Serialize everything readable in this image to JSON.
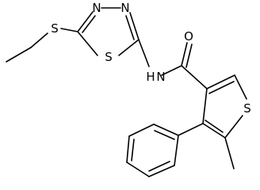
{
  "molecule": {
    "atoms": {
      "S_ethyl": "S",
      "N_thiadiazole_left": "N",
      "N_thiadiazole_right": "N",
      "S_thiadiazole": "S",
      "N_amide": "N",
      "H_amide": "H",
      "O_carbonyl": "O",
      "S_thiophene": "S",
      "methyl": "methyl"
    }
  }
}
